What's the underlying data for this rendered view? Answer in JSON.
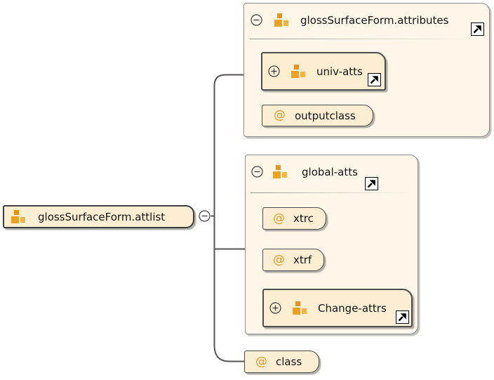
{
  "diagram": {
    "type": "xml-schema-attribute-group-diagram",
    "root": {
      "label": "glossSurfaceForm.attlist",
      "toggle": "collapse"
    },
    "groups": [
      {
        "label": "glossSurfaceForm.attributes",
        "toggle": "collapse",
        "has_link": true,
        "children": [
          {
            "kind": "group-ref",
            "label": "univ-atts",
            "toggle": "expand",
            "has_link": true
          },
          {
            "kind": "attribute",
            "label": "outputclass"
          }
        ]
      },
      {
        "label": "global-atts",
        "toggle": "collapse",
        "has_link": true,
        "children": [
          {
            "kind": "attribute",
            "label": "xtrc"
          },
          {
            "kind": "attribute",
            "label": "xtrf"
          },
          {
            "kind": "group-ref",
            "label": "Change-attrs",
            "toggle": "expand",
            "has_link": true
          }
        ]
      }
    ],
    "leaf_attributes": [
      {
        "kind": "attribute",
        "label": "class"
      }
    ],
    "icons": {
      "attribute_marker": "@",
      "group": "orange-squares-icon",
      "link": "northeast-arrow-icon",
      "collapse": "minus-circle-icon",
      "expand": "plus-circle-icon"
    },
    "colors": {
      "node_fill": "#fceed3",
      "container_fill": "#fdf6e9",
      "node_border": "#4c4c4c",
      "container_border": "#8c8c8c",
      "connector": "#555555",
      "orange_dark": "#ec9408",
      "orange_mid": "#f0a11c",
      "orange_light": "#f4b445",
      "at_sign": "#e59a28",
      "background": "#ffffff"
    }
  }
}
